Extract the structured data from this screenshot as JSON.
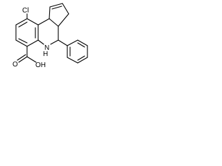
{
  "molecule": {
    "atoms": {
      "chlorine": "Cl",
      "amine": "N",
      "amine_hydrogen": "H",
      "carboxylic_acid": "OH",
      "carbonyl_oxygen": "O"
    }
  }
}
